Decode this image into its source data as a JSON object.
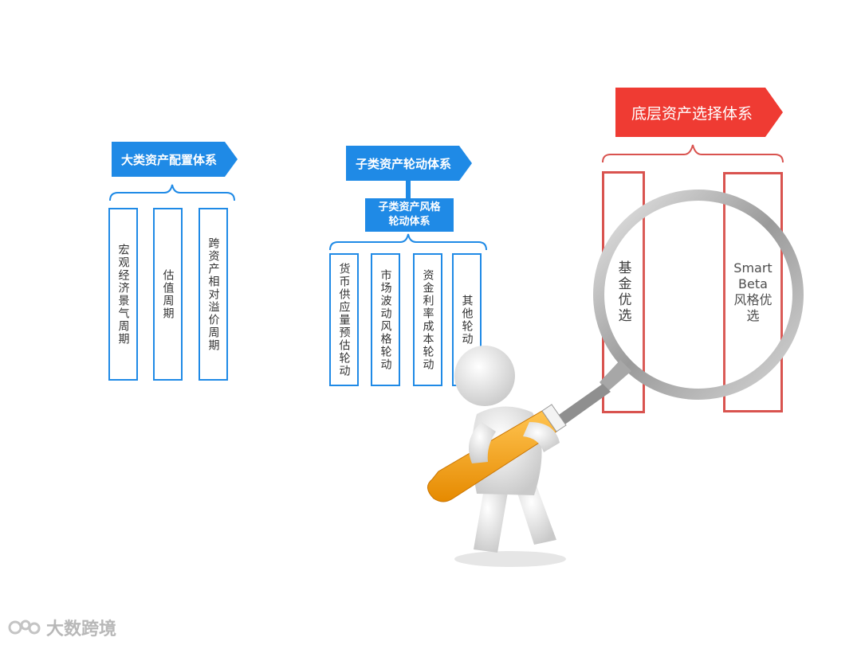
{
  "left_group": {
    "title": "大类资产配置体系",
    "items": [
      "宏观经济景气周期",
      "估值周期",
      "跨资产相对溢价周期"
    ]
  },
  "middle_group": {
    "title": "子类资产轮动体系",
    "sub_title": "子类资产风格\n轮动体系",
    "items": [
      "货币供应量预估轮动",
      "市场波动风格轮动",
      "资金利率成本轮动",
      "其他轮动"
    ]
  },
  "right_group": {
    "title": "底层资产选择体系",
    "items": [
      "基金优选",
      "Smart\nBeta\n风格优\n选"
    ]
  },
  "watermark": {
    "text": "大数跨境"
  },
  "colors": {
    "blue": "#1f8ae6",
    "red": "#ef3b33",
    "red_border": "#d9534f",
    "handle": "#f5a623"
  }
}
